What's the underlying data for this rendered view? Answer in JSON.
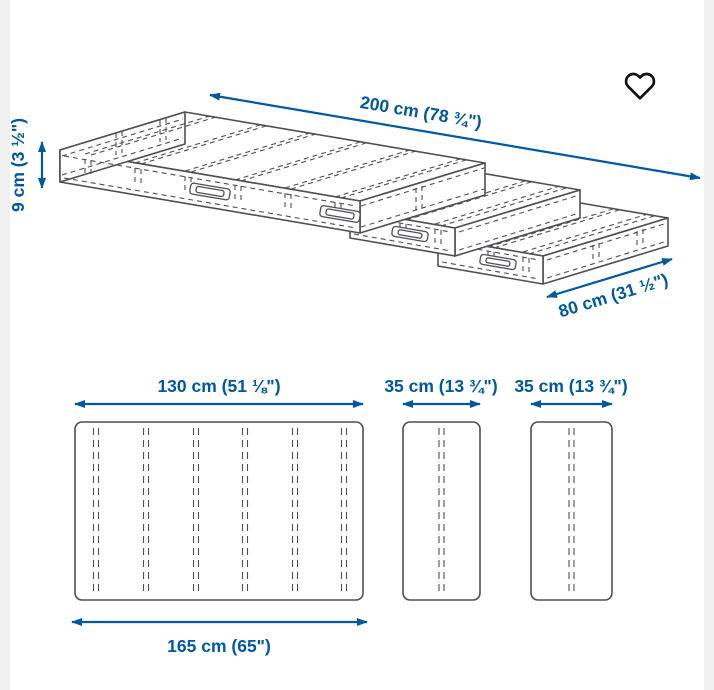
{
  "page": {
    "background": "#ffffff",
    "edge_strip_color": "#f0f0f1"
  },
  "header": {
    "favorite_button": {
      "icon": "heart-outline",
      "filled": false
    }
  },
  "diagram": {
    "type": "product-dimension-diagram",
    "subject": "three-section folding mattress",
    "colors": {
      "dimension_accent": "#0058a3",
      "line_art": "#4d4f52"
    },
    "perspective_view": {
      "length_label": "200 cm (78 ¾\")",
      "height_label": "9 cm (3 ½\")",
      "width_label": "80 cm (31 ½\")"
    },
    "flat_view": {
      "sections": [
        {
          "label": "130 cm (51 ⅛\")"
        },
        {
          "label": "35 cm (13 ¾\")"
        },
        {
          "label": "35 cm (13 ¾\")"
        }
      ],
      "overall_label": "165 cm (65\")"
    }
  }
}
